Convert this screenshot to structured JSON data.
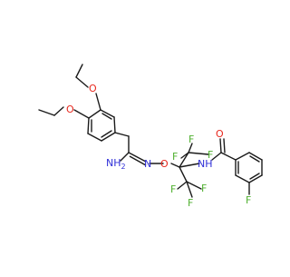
{
  "molecule": {
    "atoms": {
      "o1": "O",
      "o2": "O",
      "o3": "O",
      "o4": "O",
      "nh2": "NH",
      "nh2_sub": "2",
      "n_imine": "N",
      "nh": "NH",
      "f_top1": "F",
      "f_top2": "F",
      "f_left": "F",
      "f_bot1": "F",
      "f_bot2": "F",
      "f_bot3": "F",
      "f_ring": "F"
    },
    "colors": {
      "oxygen": "#e8281e",
      "nitrogen": "#3030d8",
      "fluorine": "#50b030",
      "carbon": "#1a1a1a"
    }
  }
}
